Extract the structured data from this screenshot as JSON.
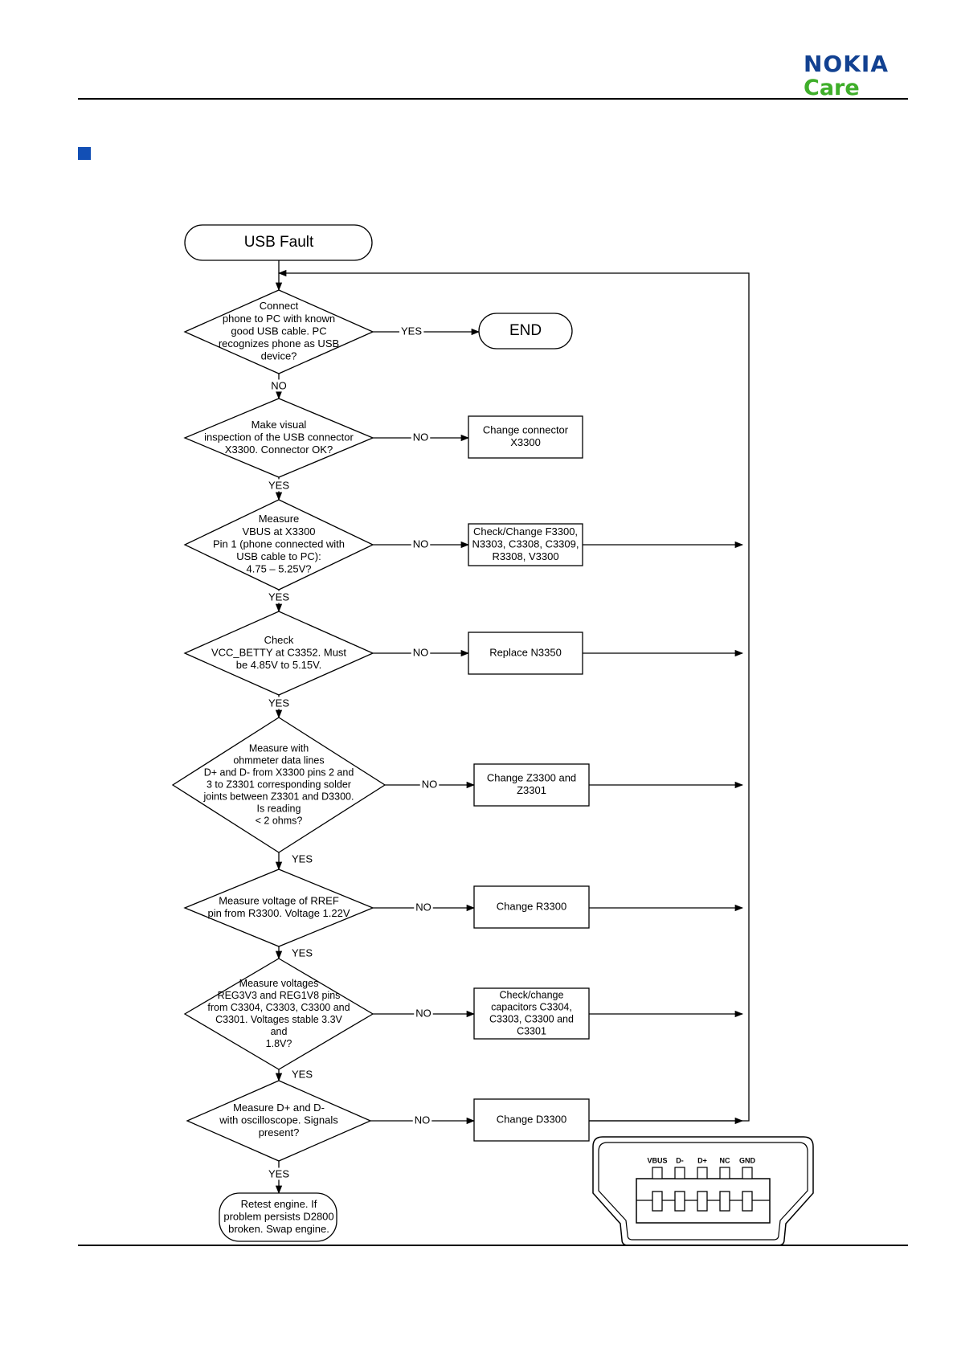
{
  "brand": {
    "name": "NOKIA",
    "sub": "Care",
    "primary": "#124191",
    "accent": "#3fae2a"
  },
  "bullet_color": "#124fb5",
  "flowchart": {
    "start": "USB Fault",
    "end": "END",
    "final": [
      "Retest engine. If",
      "problem persists D2800",
      "broken. Swap engine."
    ],
    "labels": {
      "yes": "YES",
      "no": "NO"
    },
    "decisions": [
      [
        "Connect",
        "phone to PC with known",
        "good USB cable. PC",
        "recognizes phone as USB",
        "device?"
      ],
      [
        "Make visual",
        "inspection of the USB connector",
        "X3300. Connector OK?"
      ],
      [
        "Measure",
        "VBUS at X3300",
        "Pin 1 (phone connected with",
        "USB cable to PC):",
        "4.75 – 5.25V?"
      ],
      [
        "Check",
        "VCC_BETTY at C3352. Must",
        "be 4.85V to 5.15V."
      ],
      [
        "Measure with",
        "ohmmeter data lines",
        "D+ and D- from X3300 pins 2 and",
        "3 to Z3301 corresponding solder",
        "joints between Z3301 and D3300.",
        "Is reading",
        "< 2 ohms?"
      ],
      [
        "Measure voltage of RREF",
        "pin from R3300. Voltage 1.22V"
      ],
      [
        "Measure voltages",
        "REG3V3 and REG1V8 pins",
        "from C3304, C3303, C3300 and",
        "C3301. Voltages stable 3.3V",
        "and",
        "1.8V?"
      ],
      [
        "Measure D+ and D-",
        "with oscilloscope. Signals",
        "present?"
      ]
    ],
    "actions": [
      [
        "Change connector",
        "X3300"
      ],
      [
        "Check/Change F3300,",
        "N3303, C3308, C3309,",
        "R3308, V3300"
      ],
      [
        "Replace N3350"
      ],
      [
        "Change Z3300 and",
        "Z3301"
      ],
      [
        "Change R3300"
      ],
      [
        "Check/change",
        "capacitors C3304,",
        "C3303, C3300 and",
        "C3301"
      ],
      [
        "Change D3300"
      ]
    ]
  },
  "connector": {
    "pins": [
      "VBUS",
      "D-",
      "D+",
      "NC",
      "GND"
    ]
  }
}
